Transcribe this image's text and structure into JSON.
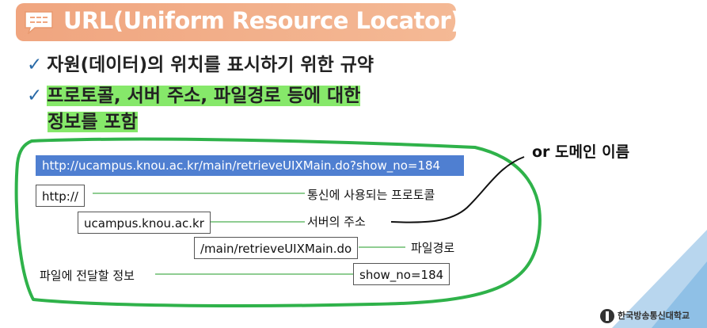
{
  "title": {
    "text": "URL(Uniform Resource Locator)",
    "icon": "speech-bubble-icon"
  },
  "bullets": [
    {
      "text": "자원(데이터)의 위치를 표시하기 위한 규약",
      "highlighted": false
    },
    {
      "line1": "프로토콜, 서버 주소, 파일경로 등에 대한",
      "line2": "정보를 포함",
      "highlighted": true
    }
  ],
  "check_glyph": "✓",
  "diagram": {
    "full_url": "http://ucampus.knou.ac.kr/main/retrieveUIXMain.do?show_no=184",
    "parts": [
      {
        "value": "http://",
        "description": "통신에 사용되는 프로토콜"
      },
      {
        "value": "ucampus.knou.ac.kr",
        "description": "서버의 주소"
      },
      {
        "value": "/main/retrieveUIXMain.do",
        "description": "파일경로"
      },
      {
        "value": "show_no=184",
        "description": "파일에 전달할 정보"
      }
    ],
    "server_note": "or 도메인 이름"
  },
  "colors": {
    "title_bg": "#f0a57f",
    "highlight": "#86e86a",
    "url_bar": "#4f7fd1",
    "frame": "#2fb24a",
    "connector": "#4caf50"
  },
  "footer": {
    "logo_text": "한국방송통신대학교"
  }
}
